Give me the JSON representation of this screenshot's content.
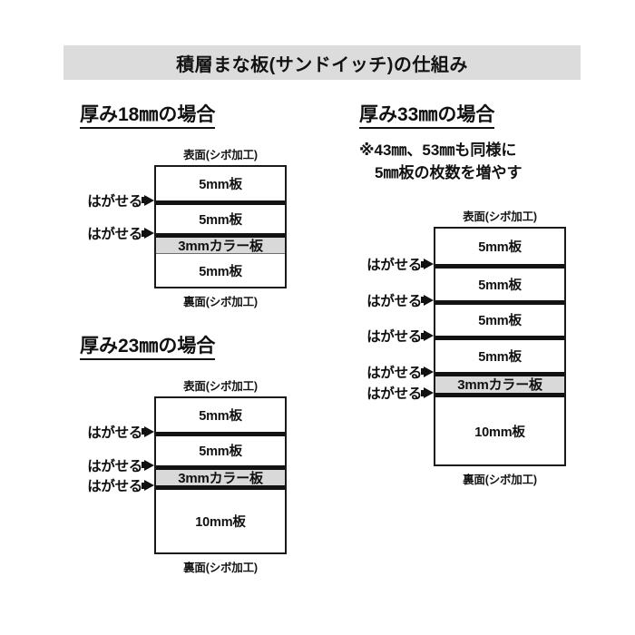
{
  "title": "積層まな板(サンドイッチ)の仕組み",
  "labels": {
    "top_face": "表面(シボ加工)",
    "bottom_face": "裏面(シボ加工)",
    "peel": "はがせる"
  },
  "colors": {
    "title_bar_bg": "#dcdcdc",
    "color_layer_bg": "#d9d9d9",
    "line": "#1a1a1a",
    "page_bg": "#ffffff"
  },
  "sections": [
    {
      "id": "thickness-18",
      "heading": "厚み18㎜の場合",
      "note": "",
      "stack": {
        "top_label": "表面(シボ加工)",
        "bottom_label": "裏面(シボ加工)",
        "layers": [
          {
            "label": "5mm板",
            "thickness_mm": 5,
            "type": "plain",
            "peelable_below": true
          },
          {
            "label": "5mm板",
            "thickness_mm": 5,
            "type": "plain",
            "peelable_below": true
          },
          {
            "label": "3mmカラー板",
            "thickness_mm": 3,
            "type": "color",
            "peelable_below": false
          },
          {
            "label": "5mm板",
            "thickness_mm": 5,
            "type": "plain",
            "peelable_below": false
          }
        ]
      }
    },
    {
      "id": "thickness-23",
      "heading": "厚み23㎜の場合",
      "note": "",
      "stack": {
        "top_label": "表面(シボ加工)",
        "bottom_label": "裏面(シボ加工)",
        "layers": [
          {
            "label": "5mm板",
            "thickness_mm": 5,
            "type": "plain",
            "peelable_below": true
          },
          {
            "label": "5mm板",
            "thickness_mm": 5,
            "type": "plain",
            "peelable_below": true
          },
          {
            "label": "3mmカラー板",
            "thickness_mm": 3,
            "type": "color",
            "peelable_below": true
          },
          {
            "label": "10mm板",
            "thickness_mm": 10,
            "type": "plain",
            "peelable_below": false
          }
        ]
      }
    },
    {
      "id": "thickness-33",
      "heading": "厚み33㎜の場合",
      "note": "※43㎜、53㎜も同様に\n　5㎜板の枚数を増やす",
      "stack": {
        "top_label": "表面(シボ加工)",
        "bottom_label": "裏面(シボ加工)",
        "layers": [
          {
            "label": "5mm板",
            "thickness_mm": 5,
            "type": "plain",
            "peelable_below": true
          },
          {
            "label": "5mm板",
            "thickness_mm": 5,
            "type": "plain",
            "peelable_below": true
          },
          {
            "label": "5mm板",
            "thickness_mm": 5,
            "type": "plain",
            "peelable_below": true
          },
          {
            "label": "5mm板",
            "thickness_mm": 5,
            "type": "plain",
            "peelable_below": true
          },
          {
            "label": "3mmカラー板",
            "thickness_mm": 3,
            "type": "color",
            "peelable_below": true
          },
          {
            "label": "10mm板",
            "thickness_mm": 10,
            "type": "plain",
            "peelable_below": false
          }
        ]
      }
    }
  ]
}
